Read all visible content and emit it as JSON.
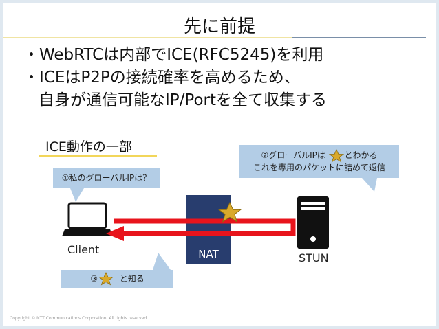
{
  "title": "先に前提",
  "bullets": [
    "・WebRTCは内部でICE(RFC5245)を利用",
    "・ICEはP2Pの接続確率を高めるため、",
    "自身が通信可能なIP/Portを全て収集する"
  ],
  "subheading": "ICE動作の一部",
  "callouts": {
    "step1": "①私のグローバルIPは？",
    "step2_line1_a": "②グローバルIPは",
    "step2_line1_b": "とわかる",
    "step2_line2": "これを専用のパケットに詰めて返信",
    "step3_a": "③",
    "step3_b": "と知る"
  },
  "nodes": {
    "client": "Client",
    "nat": "NAT",
    "stun": "STUN"
  },
  "icons": {
    "client": "laptop-icon",
    "server": "server-tower-icon",
    "global_ip": "gold-star-icon"
  },
  "colors": {
    "arrow": "#e8141c",
    "nat": "#283d6e",
    "callout": "#b3cde6",
    "star": "#d9a92b"
  },
  "footer": "Copyright © NTT Communications Corporation. All rights reserved."
}
